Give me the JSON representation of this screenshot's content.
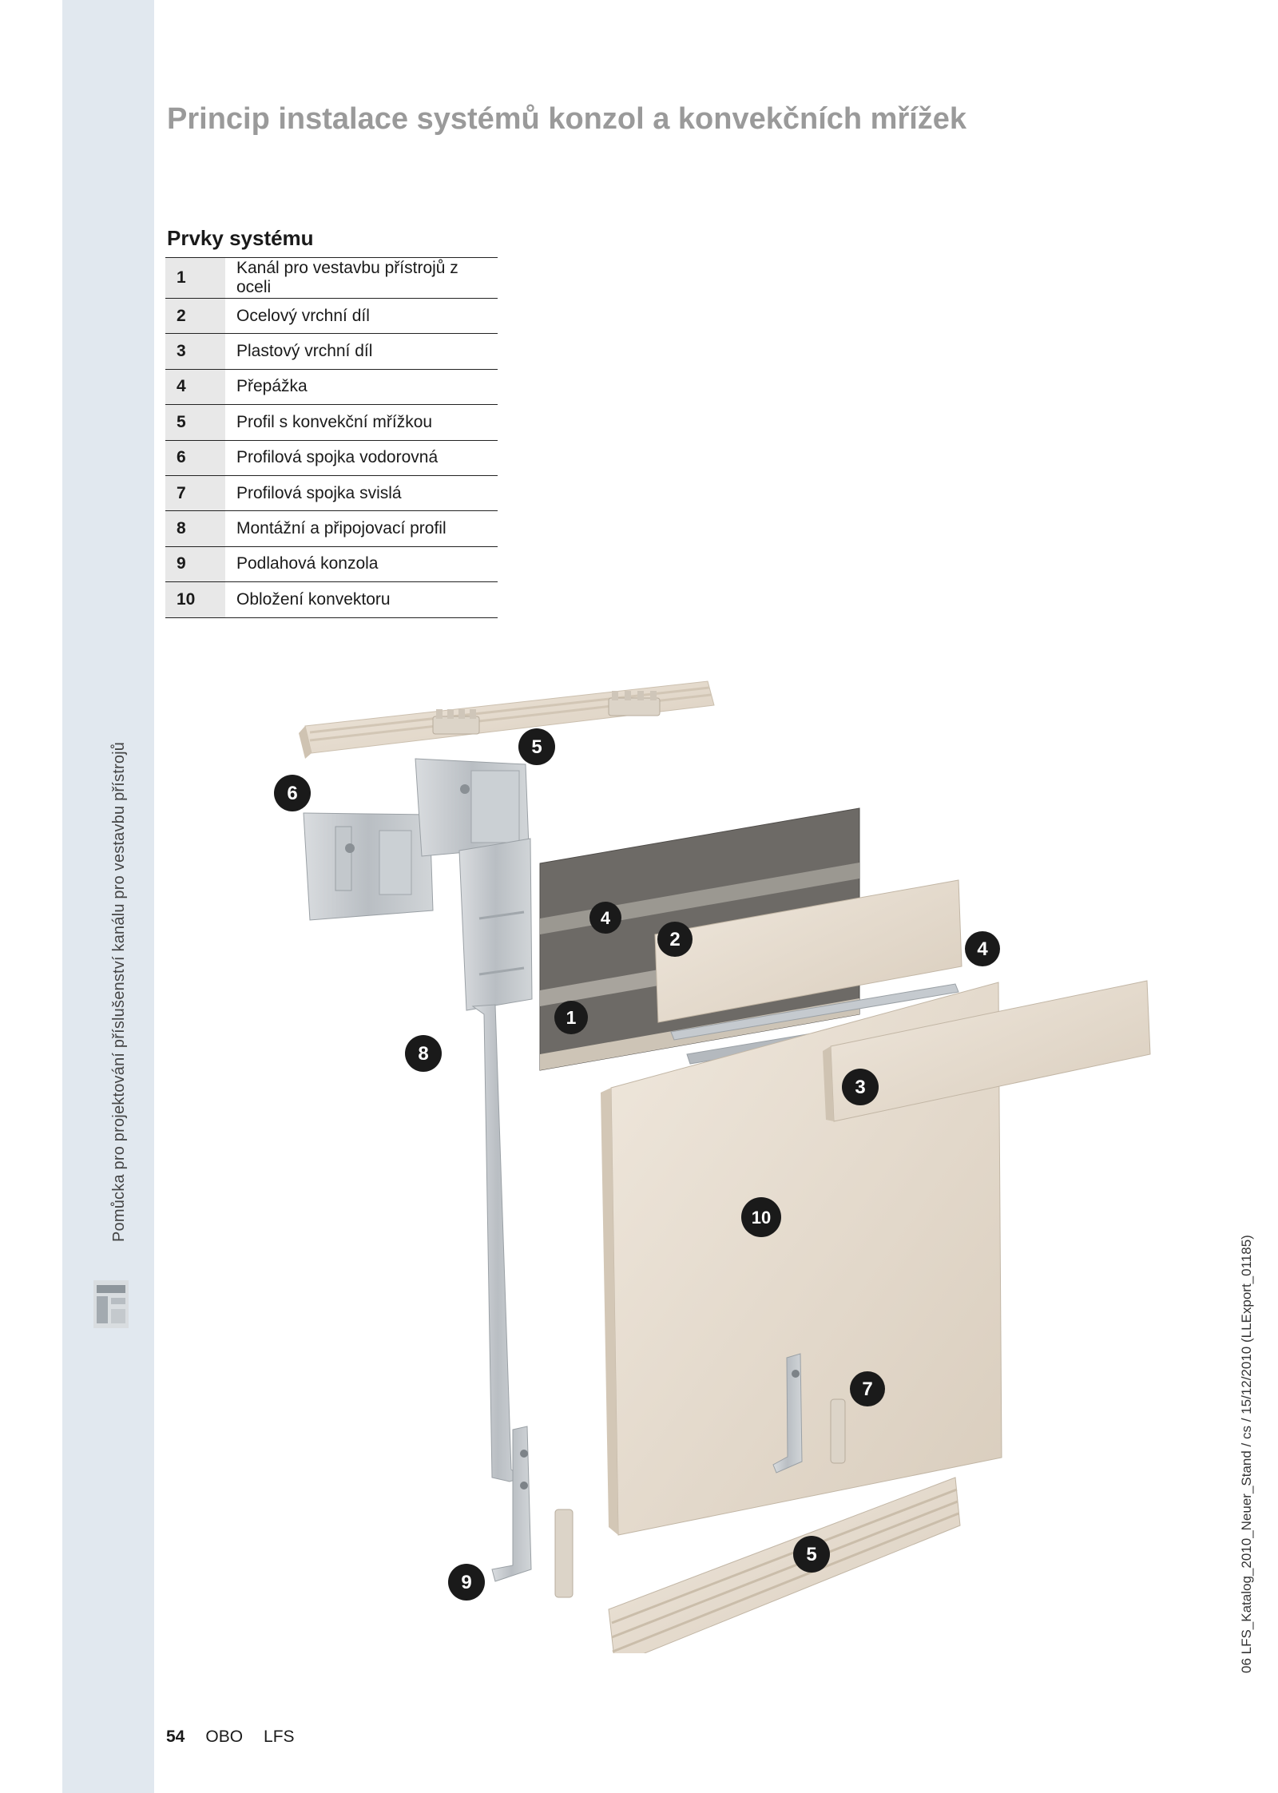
{
  "title": "Princip instalace systémů konzol a konvekčních mřížek",
  "section_title": "Prvky systému",
  "parts": [
    {
      "num": "1",
      "label": "Kanál pro vestavbu přístrojů z oceli"
    },
    {
      "num": "2",
      "label": "Ocelový vrchní díl"
    },
    {
      "num": "3",
      "label": "Plastový vrchní díl"
    },
    {
      "num": "4",
      "label": "Přepážka"
    },
    {
      "num": "5",
      "label": "Profil s konvekční mřížkou"
    },
    {
      "num": "6",
      "label": "Profilová spojka vodorovná"
    },
    {
      "num": "7",
      "label": "Profilová spojka svislá"
    },
    {
      "num": "8",
      "label": "Montážní a připojovací profil"
    },
    {
      "num": "9",
      "label": "Podlahová konzola"
    },
    {
      "num": "10",
      "label": "Obložení konvektoru"
    }
  ],
  "diagram_labels": {
    "b5_top": "5",
    "b6": "6",
    "b4_left": "4",
    "b2": "2",
    "b4_right": "4",
    "b1": "1",
    "b8": "8",
    "b3": "3",
    "b10": "10",
    "b7": "7",
    "b5_bottom": "5",
    "b9": "9"
  },
  "side_text": "Pomůcka pro projektování příslušenství kanálu pro vestavbu přístrojů",
  "footer": {
    "page": "54",
    "brand": "OBO",
    "section": "LFS"
  },
  "right_vertical": "06 LFS_Katalog_2010_Neuer_Stand / cs / 15/12/2010 (LLExport_01185)",
  "colors": {
    "side_band": "#e1e8ef",
    "title": "#9a9a9a",
    "cream": "#e6ddd1",
    "metal": "#c9cdd1",
    "badge": "#1a1a1a"
  }
}
